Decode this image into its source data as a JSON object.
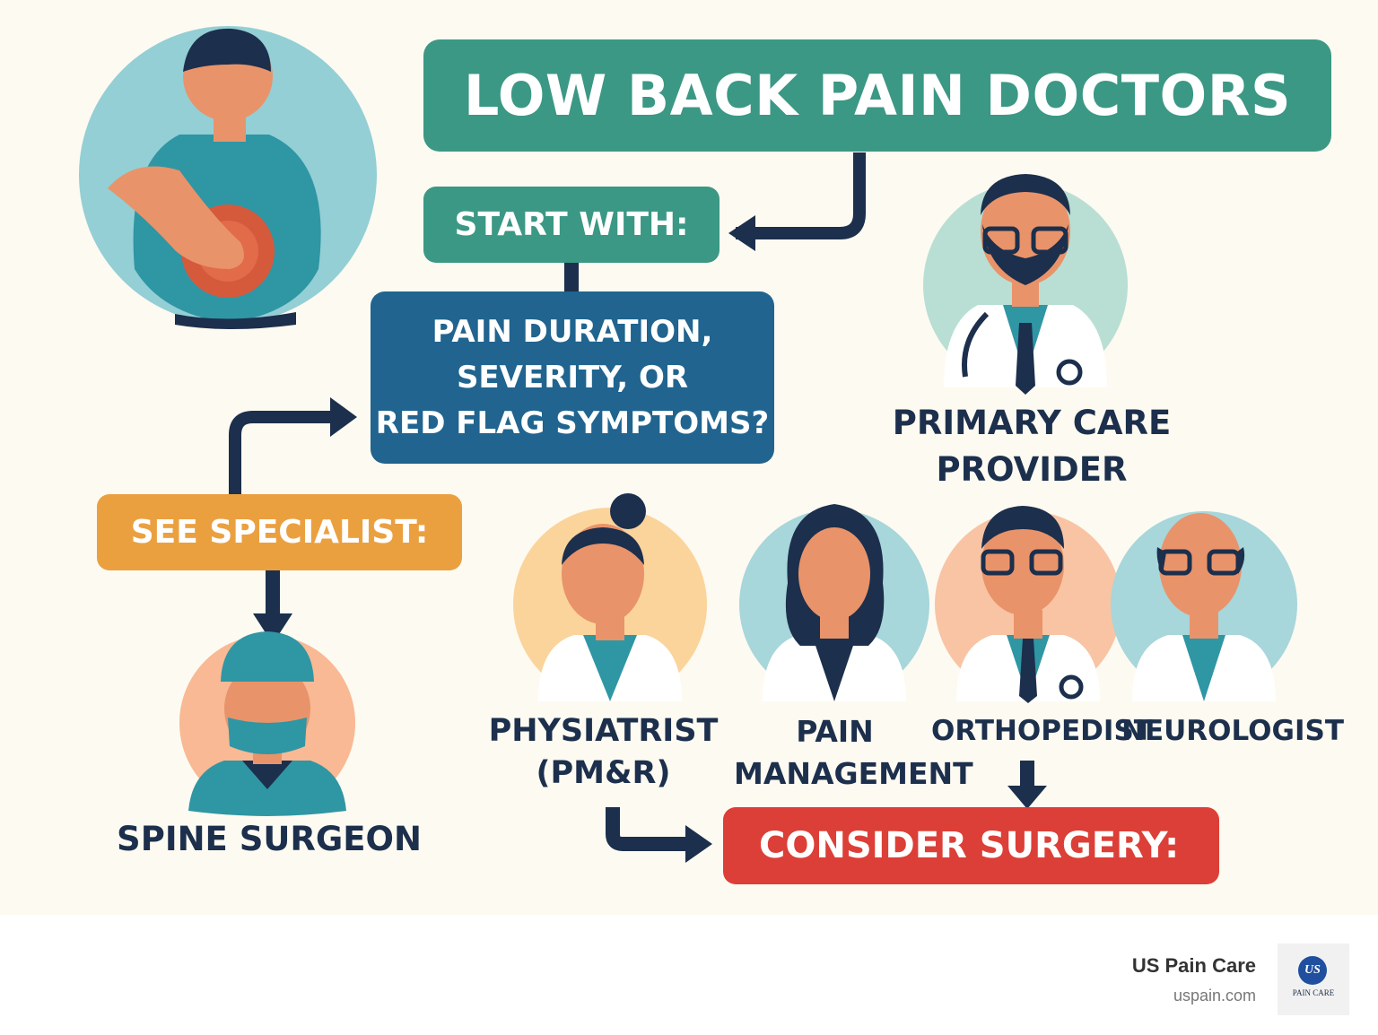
{
  "title": "LOW BACK PAIN DOCTORS",
  "flow": {
    "start_label": "START WITH:",
    "question_text": "PAIN DURATION,\nSEVERITY, OR\nRED FLAG SYMPTOMS?",
    "specialist_label": "SEE SPECIALIST:",
    "surgery_label": "CONSIDER SURGERY:"
  },
  "providers": {
    "primary_care": "PRIMARY CARE\nPROVIDER",
    "physiatrist": "PHYSIATRIST\n(PM&R)",
    "pain_management": "PAIN\nMANAGEMENT",
    "orthopedist": "ORTHOPEDIST",
    "neurologist": "NEUROLOGIST",
    "spine_surgeon": "SPINE SURGEON"
  },
  "footer": {
    "brand_name": "US Pain Care",
    "brand_url": "uspain.com",
    "logo_mark": "US",
    "logo_text": "PAIN CARE"
  },
  "colors": {
    "teal": "#3b9884",
    "blue": "#20648f",
    "orange": "#eba040",
    "red": "#dc3f37",
    "navy": "#1c2f4c",
    "background": "#fdfaf1"
  }
}
